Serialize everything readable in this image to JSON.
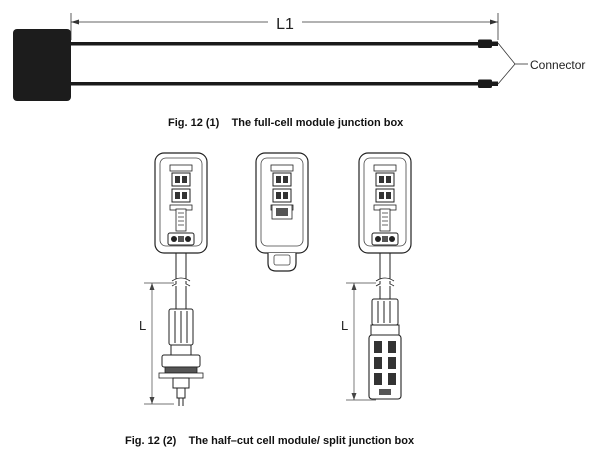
{
  "figure_top": {
    "dimension_label": "L1",
    "callout_label": "Connector",
    "caption": "Fig. 12 (1)    The full-cell module junction box"
  },
  "figure_bottom": {
    "dimension_label_left": "L",
    "dimension_label_right": "L",
    "caption": "Fig. 12 (2)    The half–cut cell module/ split junction box"
  },
  "colors": {
    "line": "#1a1a1a",
    "box_fill": "#1c1c1c",
    "outline": "#333333"
  }
}
